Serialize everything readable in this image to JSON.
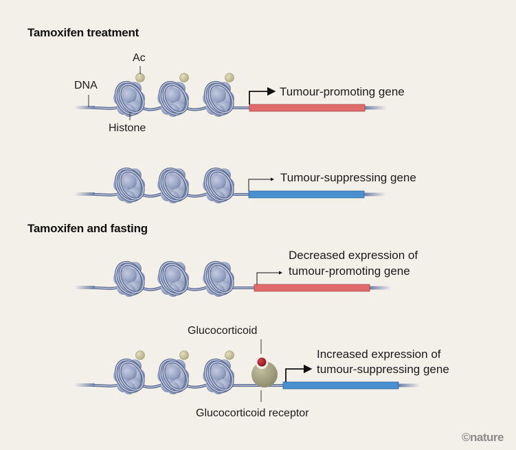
{
  "sections": [
    {
      "heading": "Tamoxifen treatment",
      "rows": [
        {
          "gene_label": "Tumour-promoting gene",
          "gene_type": "promoting",
          "acetylated": true,
          "expression": "high"
        },
        {
          "gene_label": "Tumour-suppressing gene",
          "gene_type": "suppressing",
          "acetylated": false,
          "expression": "low"
        }
      ]
    },
    {
      "heading": "Tamoxifen and fasting",
      "rows": [
        {
          "gene_label_line1": "Decreased expression of",
          "gene_label_line2": "tumour-promoting gene",
          "gene_type": "promoting",
          "acetylated": false,
          "expression": "low"
        },
        {
          "gene_label_line1": "Increased expression of",
          "gene_label_line2": "tumour-suppressing gene",
          "gene_type": "suppressing",
          "acetylated": true,
          "expression": "high",
          "receptor_bound": true
        }
      ]
    }
  ],
  "annotations": {
    "ac": "Ac",
    "dna": "DNA",
    "histone": "Histone",
    "glucocorticoid": "Glucocorticoid",
    "glucocorticoid_receptor": "Glucocorticoid receptor"
  },
  "credit": "©nature",
  "colors": {
    "background": "#f3f0ea",
    "promoting_gene": "#e06b6b",
    "suppressing_gene": "#4a90cf",
    "histone": "#9aa6c4",
    "dna": "#6f7fa6",
    "acetyl": "#c9c49a",
    "receptor": "#a8a486",
    "glucocorticoid": "#a3202a"
  }
}
